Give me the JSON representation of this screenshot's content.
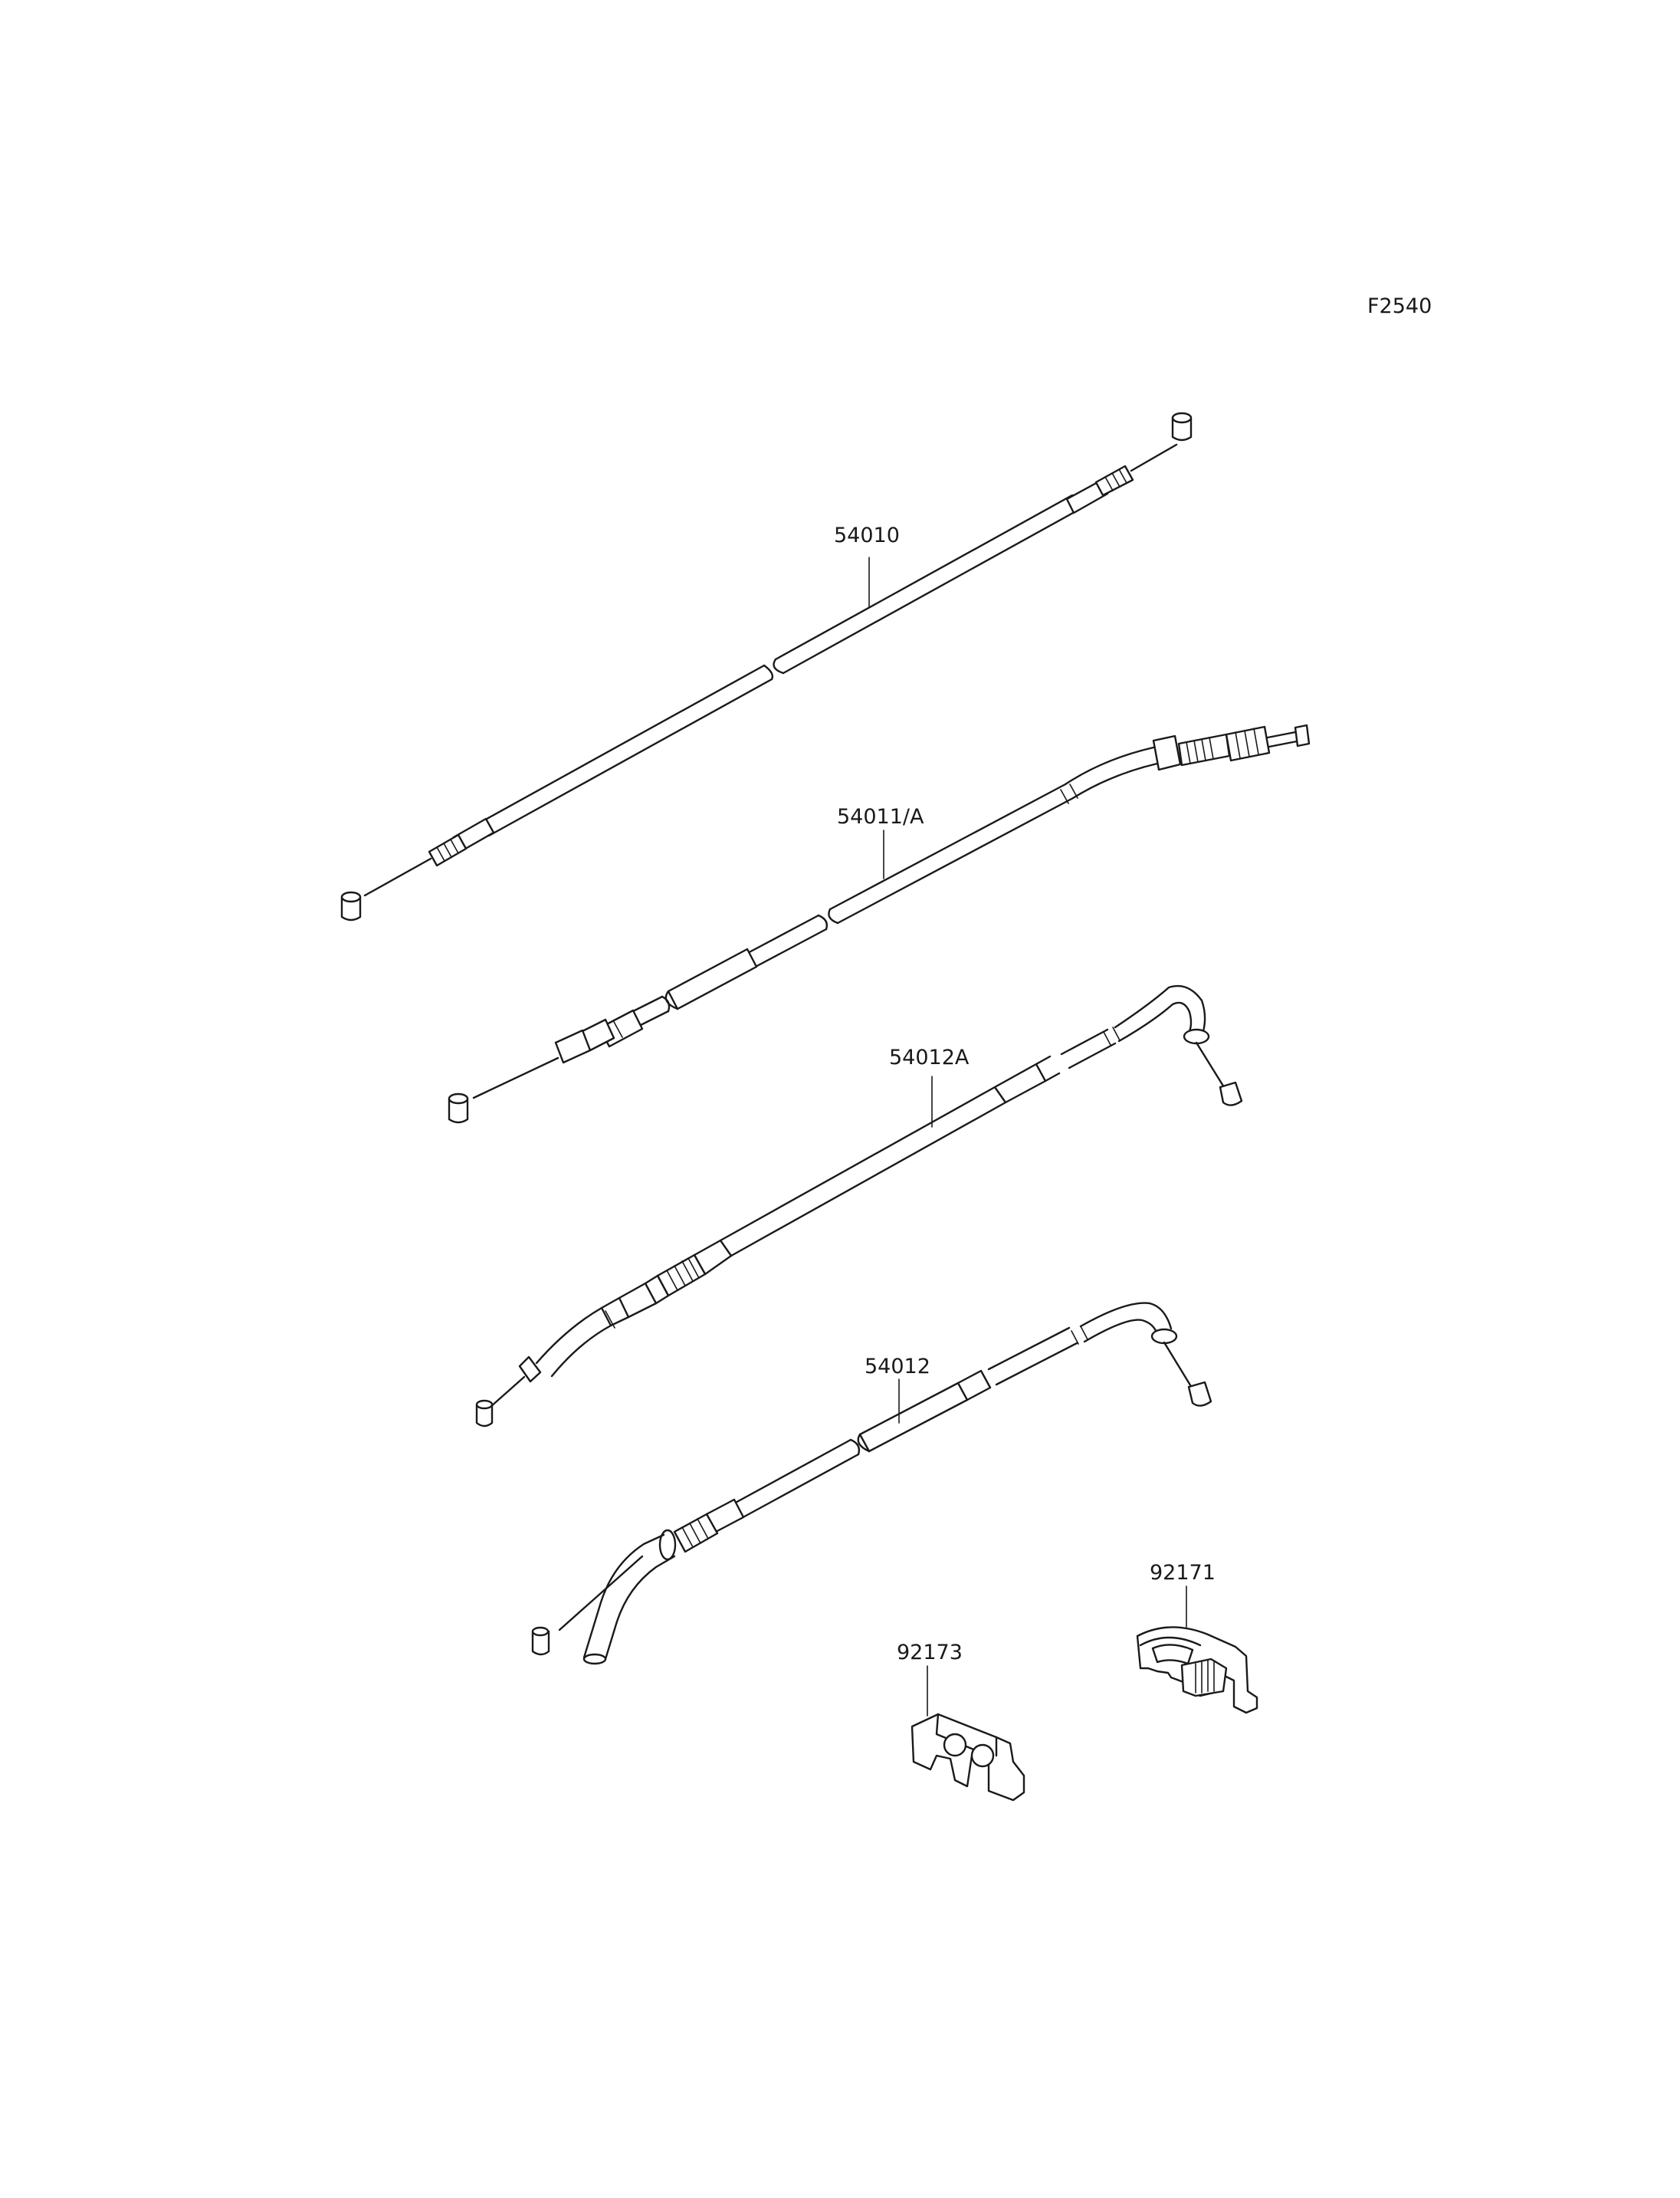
{
  "figure_code": "F2540",
  "parts": [
    {
      "id": "clutch-cable",
      "number": "54010"
    },
    {
      "id": "throttle-cable-open-alt",
      "number": "54011/A"
    },
    {
      "id": "throttle-cable-open",
      "number": "54012A"
    },
    {
      "id": "throttle-cable-close",
      "number": "54012"
    },
    {
      "id": "clamp-small",
      "number": "92173"
    },
    {
      "id": "clamp-large",
      "number": "92171"
    }
  ],
  "colors": {
    "line": "#1a1a1a",
    "background": "#ffffff"
  }
}
